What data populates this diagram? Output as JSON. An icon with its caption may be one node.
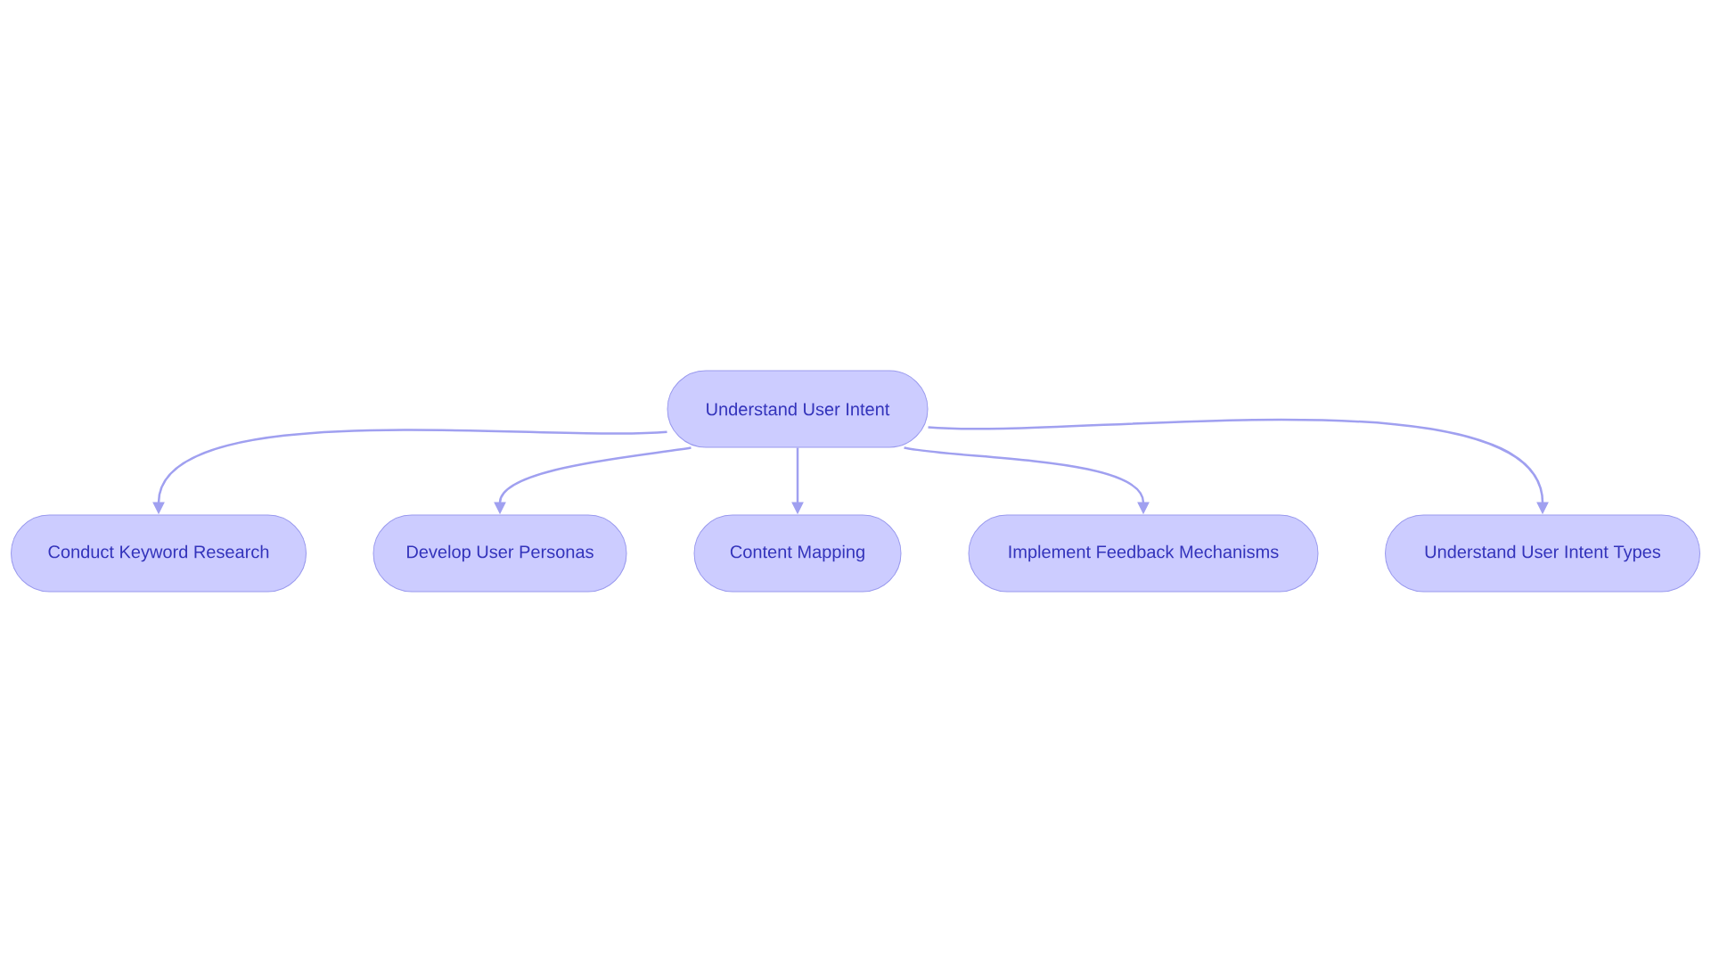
{
  "diagram": {
    "nodes": [
      {
        "text": [
          "Understand User Intent"
        ]
      },
      {
        "text": [
          "Conduct Keyword Research"
        ]
      },
      {
        "text": [
          "Develop User Personas"
        ]
      },
      {
        "text": [
          "Content Mapping"
        ]
      },
      {
        "text": [
          "Implement Feedback Mechanisms"
        ]
      },
      {
        "text": [
          "Understand User Intent Types"
        ]
      }
    ],
    "edges": [
      {
        "from": 0,
        "to": 1,
        "arrow": "to"
      },
      {
        "from": 0,
        "to": 2,
        "arrow": "to"
      },
      {
        "from": 0,
        "to": 3,
        "arrow": "to"
      },
      {
        "from": 0,
        "to": 4,
        "arrow": "to"
      },
      {
        "from": 0,
        "to": 5,
        "arrow": "to"
      }
    ]
  }
}
